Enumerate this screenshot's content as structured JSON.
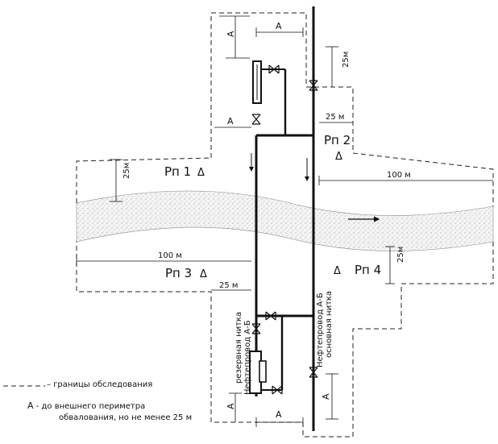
{
  "labels": {
    "rp1": "Рп 1",
    "rp2": "Рп 2",
    "rp3": "Рп 3",
    "rp4": "Рп 4",
    "delta": "Δ",
    "a": "А",
    "m25": "25 м",
    "m25_compact": "25м",
    "m100": "100 м",
    "pipeline_backup": [
      "Нефтепровод А-Б",
      "резервная нитка"
    ],
    "pipeline_main": [
      "Нефтепровод А-Б",
      "основная нитка"
    ]
  },
  "legend": {
    "border": "– границы обследования",
    "a_prefix": "А",
    "a_text_line1": "- до внешнего периметра",
    "a_text_line2": "обвалования, но не менее 25 м"
  }
}
